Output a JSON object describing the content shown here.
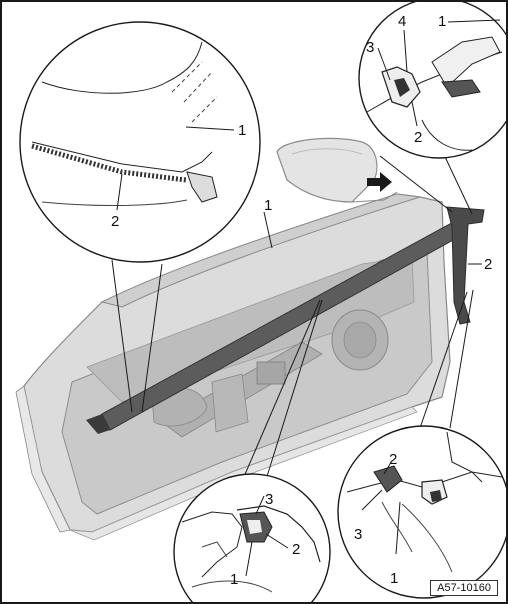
{
  "diagram": {
    "callouts": {
      "top_left_1": "1",
      "top_left_2": "2",
      "door_1": "1",
      "top_right_4": "4",
      "top_right_1": "1",
      "top_right_3": "3",
      "top_right_2": "2",
      "side_2": "2",
      "bottom_center_3": "3",
      "bottom_center_2": "2",
      "bottom_center_1": "1",
      "bottom_right_2": "2",
      "bottom_right_3": "3",
      "bottom_right_1": "1"
    },
    "reference_code": "A57-10160"
  }
}
